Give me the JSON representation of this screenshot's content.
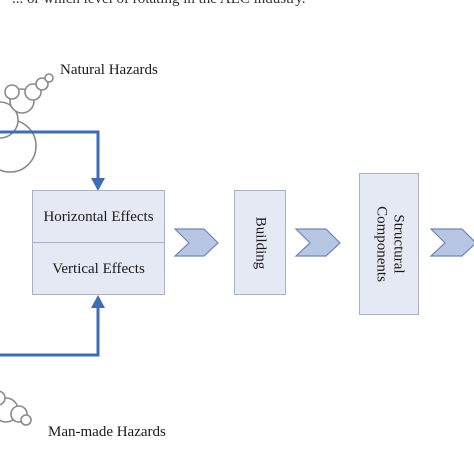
{
  "caption_fragment": "... or which level of rotating in the AEC industry.",
  "hazards": {
    "natural": "Natural Hazards",
    "man_made": "Man-made Hazards"
  },
  "effects": {
    "horizontal": "Horizontal Effects",
    "vertical": "Vertical Effects"
  },
  "stages": {
    "building": "Building",
    "structural_line1": "Structural",
    "structural_line2": "Components"
  },
  "colors": {
    "box_fill": "#e5e9f4",
    "box_border": "#a8b1c7",
    "connector_blue": "#3f6db5",
    "chevron_fill": "#b7c7e3",
    "chevron_border": "#6f87b5",
    "cloud_stroke": "#8a8a8a"
  }
}
